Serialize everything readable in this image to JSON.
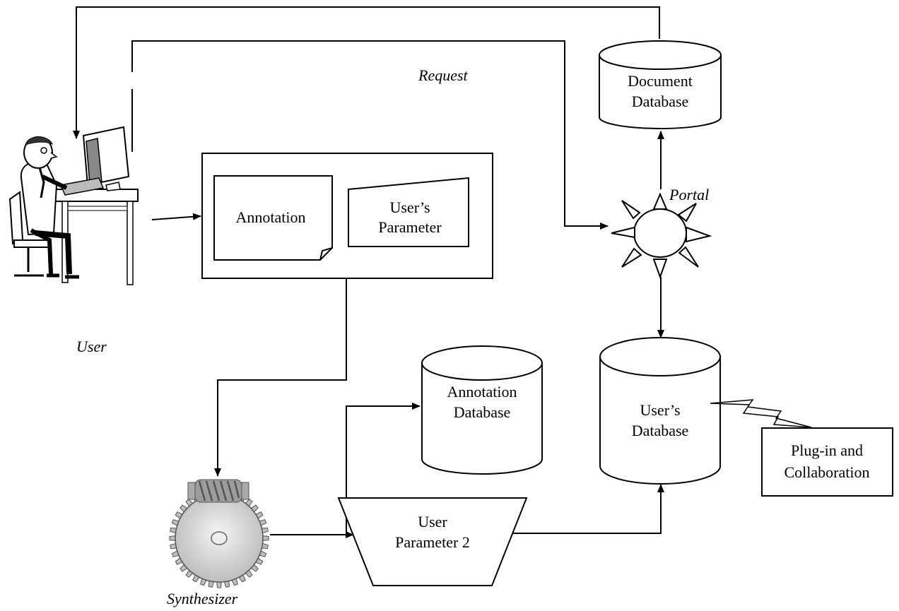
{
  "labels": {
    "request": "Request",
    "portal": "Portal",
    "user": "User",
    "synthesizer": "Synthesizer"
  },
  "nodes": {
    "document_db": {
      "line1": "Document",
      "line2": "Database"
    },
    "annotation_note": "Annotation",
    "users_parameter": {
      "line1": "User’s",
      "line2": "Parameter"
    },
    "annotation_db": {
      "line1": "Annotation",
      "line2": "Database"
    },
    "users_db": {
      "line1": "User’s",
      "line2": "Database"
    },
    "plugin": {
      "line1": "Plug-in and",
      "line2": "Collaboration"
    },
    "user_parameter_2": {
      "line1": "User",
      "line2": "Parameter 2"
    }
  },
  "icons": {
    "user": "user-at-computer-icon",
    "synthesizer": "gear-icon",
    "portal": "sun-portal-icon"
  },
  "colors": {
    "line": "#000000",
    "gear": "#d9d9d9",
    "worm": "#8a8a8a"
  }
}
